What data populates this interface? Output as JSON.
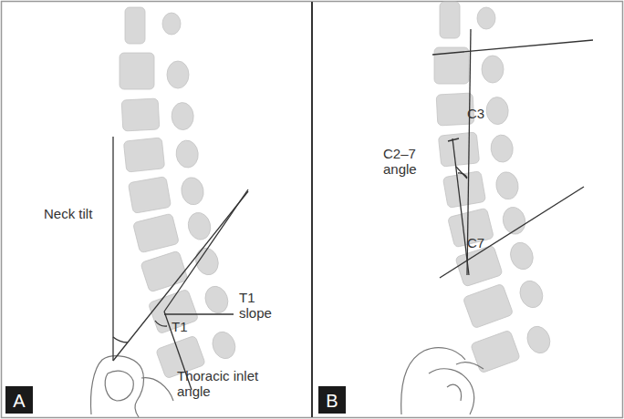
{
  "diagram": {
    "nodes": [
      {
        "text": [
          "A"
        ]
      },
      {
        "text": [
          "B"
        ]
      }
    ],
    "edges": [],
    "labels": [
      "Neck tilt",
      "T1 slope",
      "T1",
      "Thoracic inlet angle",
      "C3",
      "C2–7 angle",
      "C7"
    ]
  }
}
